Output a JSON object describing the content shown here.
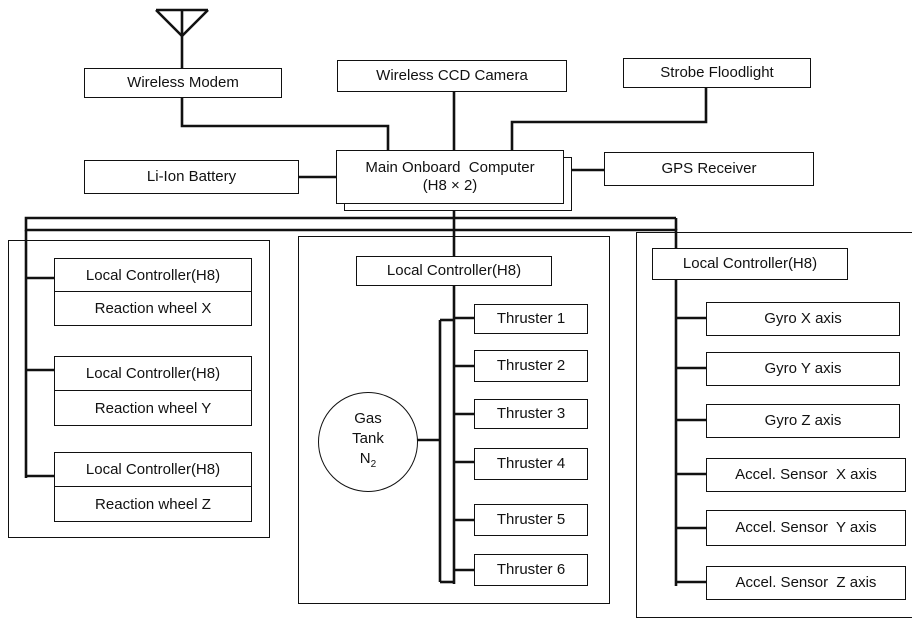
{
  "top_devices": {
    "wireless_modem": "Wireless Modem",
    "ccd_camera": "Wireless CCD Camera",
    "strobe": "Strobe Floodlight",
    "battery": "Li-Ion Battery",
    "gps": "GPS Receiver"
  },
  "main_computer": {
    "line1": "Main Onboard  Computer",
    "line2": "(H8 × 2)"
  },
  "left_panel": {
    "units": [
      {
        "controller": "Local Controller(H8)",
        "device": "Reaction wheel X"
      },
      {
        "controller": "Local Controller(H8)",
        "device": "Reaction wheel Y"
      },
      {
        "controller": "Local Controller(H8)",
        "device": "Reaction wheel Z"
      }
    ]
  },
  "center_panel": {
    "controller": "Local Controller(H8)",
    "tank": {
      "line1": "Gas",
      "line2": "Tank",
      "line3": "N",
      "line3_sub": "2"
    },
    "thrusters": [
      "Thruster 1",
      "Thruster 2",
      "Thruster 3",
      "Thruster 4",
      "Thruster 5",
      "Thruster 6"
    ]
  },
  "right_panel": {
    "controller": "Local Controller(H8)",
    "sensors": [
      "Gyro X axis",
      "Gyro Y axis",
      "Gyro Z axis",
      "Accel. Sensor  X axis",
      "Accel. Sensor  Y axis",
      "Accel. Sensor  Z axis"
    ]
  }
}
